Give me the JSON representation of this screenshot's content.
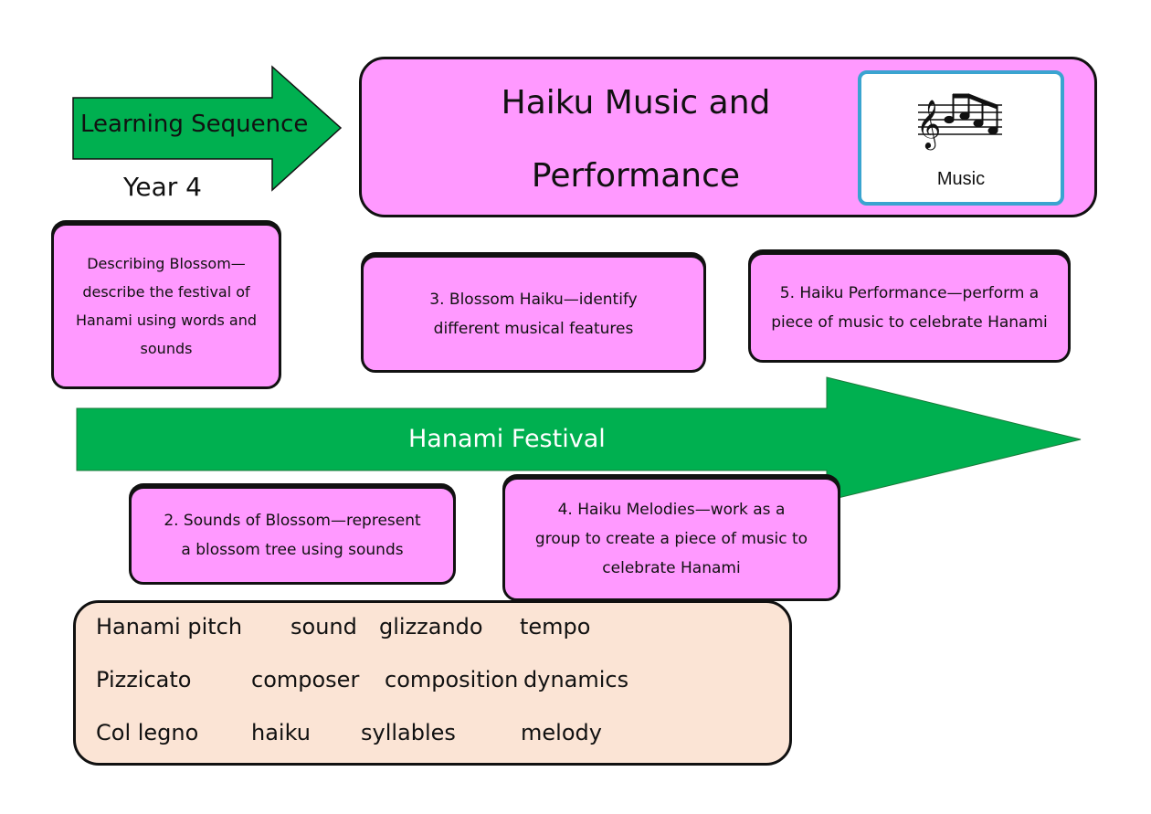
{
  "arrows": {
    "sequence_label": "Learning Sequence",
    "festival_label": "Hanami Festival",
    "fill_color": "#00b050"
  },
  "year_label": "Year 4",
  "title": {
    "text": "Haiku Music and\nPerformance",
    "background": "#ff99ff",
    "music_card_label": "Music",
    "music_icon": "music-notes-icon"
  },
  "lessons": [
    {
      "text": "Describing Blossom—\ndescribe the festival  of\nHanami using words and\nsounds"
    },
    {
      "text": "2. Sounds of Blossom—represent\na blossom tree using sounds"
    },
    {
      "text": "3. Blossom Haiku—identify\ndifferent musical features"
    },
    {
      "text": "4. Haiku Melodies—work as a\ngroup to create a piece of music to\ncelebrate Hanami"
    },
    {
      "text": "5. Haiku Performance—perform a\npiece of music to celebrate Hanami"
    }
  ],
  "vocabulary": {
    "background": "#fbe4d5",
    "rows": [
      [
        "Hanami pitch",
        "sound",
        "glizzando",
        "tempo"
      ],
      [
        "Pizzicato",
        "composer",
        "composition",
        "dynamics"
      ],
      [
        "Col legno",
        "haiku",
        "syllables",
        "melody"
      ]
    ]
  }
}
